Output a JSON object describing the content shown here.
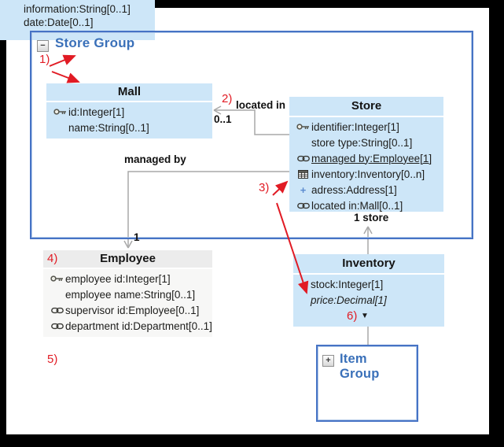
{
  "store_group": {
    "title": "Store Group"
  },
  "item_group": {
    "title": "Item Group"
  },
  "mall": {
    "title": "Mall",
    "attrs": [
      {
        "icon": "key",
        "text": "id:Integer[1]"
      },
      {
        "icon": "none",
        "text": "name:String[0..1]"
      }
    ]
  },
  "store": {
    "title": "Store",
    "attrs": [
      {
        "icon": "key",
        "text": "identifier:Integer[1]"
      },
      {
        "icon": "none",
        "text": "store type:String[0..1]"
      },
      {
        "icon": "chain",
        "text": "managed by:Employee[1]"
      },
      {
        "icon": "table",
        "text": "inventory:Inventory[0..n]"
      },
      {
        "icon": "plus",
        "text": "adress:Address[1]"
      },
      {
        "icon": "chain",
        "text": "located in:Mall[0..1]"
      }
    ]
  },
  "employee": {
    "title": "Employee",
    "attrs": [
      {
        "icon": "key",
        "text": "employee id:Integer[1]"
      },
      {
        "icon": "none",
        "text": "employee name:String[0..1]"
      },
      {
        "icon": "chain",
        "text": "supervisor id:Employee[0..1]"
      },
      {
        "icon": "chain",
        "text": "department id:Department[0..1]"
      }
    ]
  },
  "inventory": {
    "title": "Inventory",
    "attrs": [
      {
        "icon": "none",
        "text": "stock:Integer[1]"
      },
      {
        "icon": "none",
        "text": "price:Decimal[1]"
      }
    ]
  },
  "note_box": {
    "lines": [
      "information:String[0..1]",
      "date:Date[0..1]"
    ]
  },
  "edges": {
    "located_in": {
      "label": "located in",
      "multiplicity": "0..1"
    },
    "managed_by": {
      "label": "managed by",
      "multiplicity": "1"
    },
    "store_inventory": {
      "label": "1 store"
    }
  },
  "annotations": {
    "n1": "1)",
    "n2": "2)",
    "n3": "3)",
    "n4": "4)",
    "n5": "5)",
    "n6": "6)"
  },
  "glyphs": {
    "collapse": "−",
    "expand": "+",
    "plus": "+",
    "dropdown": "▼"
  },
  "colors": {
    "box_fill": "#cde6f8",
    "group_border": "#4673c5",
    "title_blue": "#3a70b9",
    "edge_gray": "#a8a8a8",
    "annotation_red": "#e11b24",
    "employee_header": "#ececec",
    "employee_body": "#f7f7f6",
    "frame_black": "#000000"
  }
}
